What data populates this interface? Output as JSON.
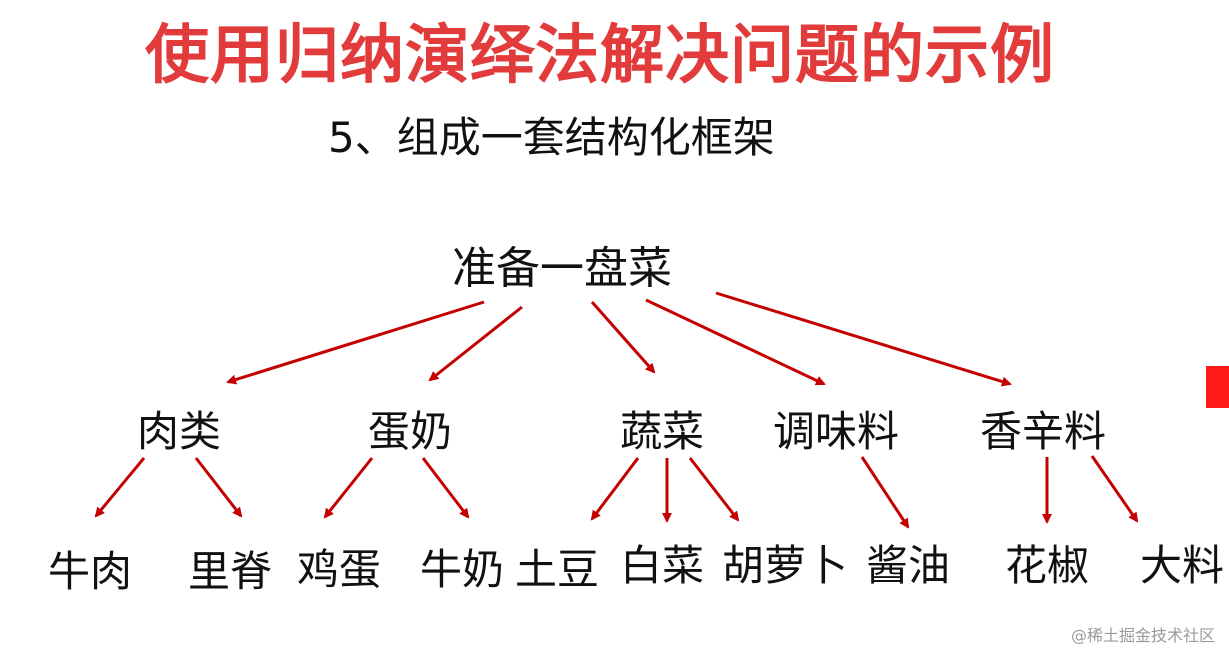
{
  "title": "使用归纳演绎法解决问题的示例",
  "subtitle": "5、组成一套结构化框架",
  "root": "准备一盘菜",
  "categories": [
    "肉类",
    "蛋奶",
    "蔬菜",
    "调味料",
    "香辛料"
  ],
  "leaves": [
    "牛肉",
    "里脊",
    "鸡蛋",
    "牛奶",
    "土豆",
    "白菜",
    "胡萝卜",
    "酱油",
    "花椒",
    "大料"
  ],
  "watermark": "@稀土掘金技术社区",
  "colors": {
    "title": "#e23b3b",
    "arrow": "#c40000",
    "side_mark": "#ff1a1a"
  }
}
